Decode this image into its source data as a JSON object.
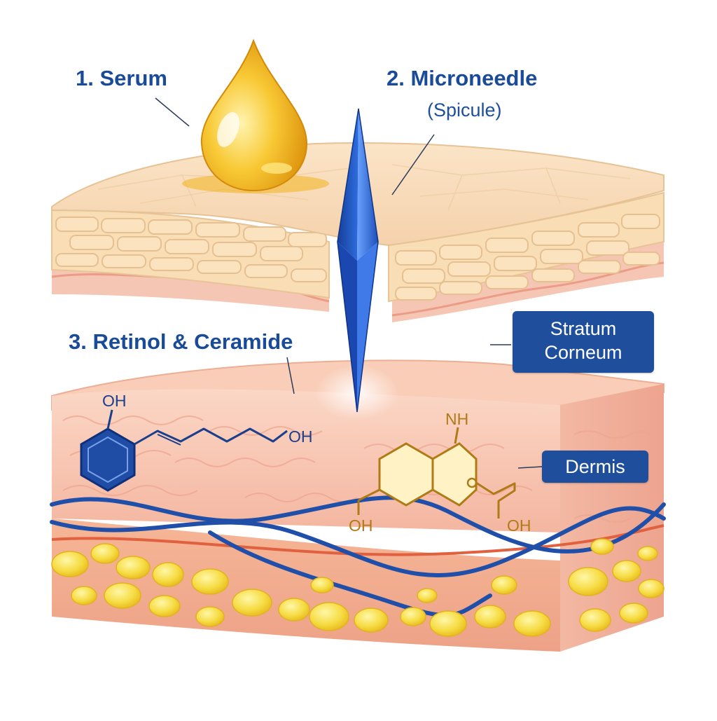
{
  "labels": {
    "serum": "1. Serum",
    "microneedle": "2. Microneedle",
    "microneedle_sub": "(Spicule)",
    "retinol_ceramide": "3. Retinol & Ceramide"
  },
  "tags": {
    "stratum_line1": "Stratum",
    "stratum_line2": "Corneum",
    "dermis": "Dermis"
  },
  "molecules": {
    "retinol": {
      "oh_top": "OH",
      "oh_end": "OH"
    },
    "ceramide": {
      "nh": "NH",
      "oh_left": "OH",
      "oh_right": "OH"
    }
  },
  "colors": {
    "label_blue": "#1a4b98",
    "tag_fill": "#1f4f9c",
    "serum_gold": "#f2b21c",
    "needle_blue": "#2a62c9",
    "fat_yellow": "#f6dc44",
    "vessel_blue": "#1f4fa8"
  }
}
